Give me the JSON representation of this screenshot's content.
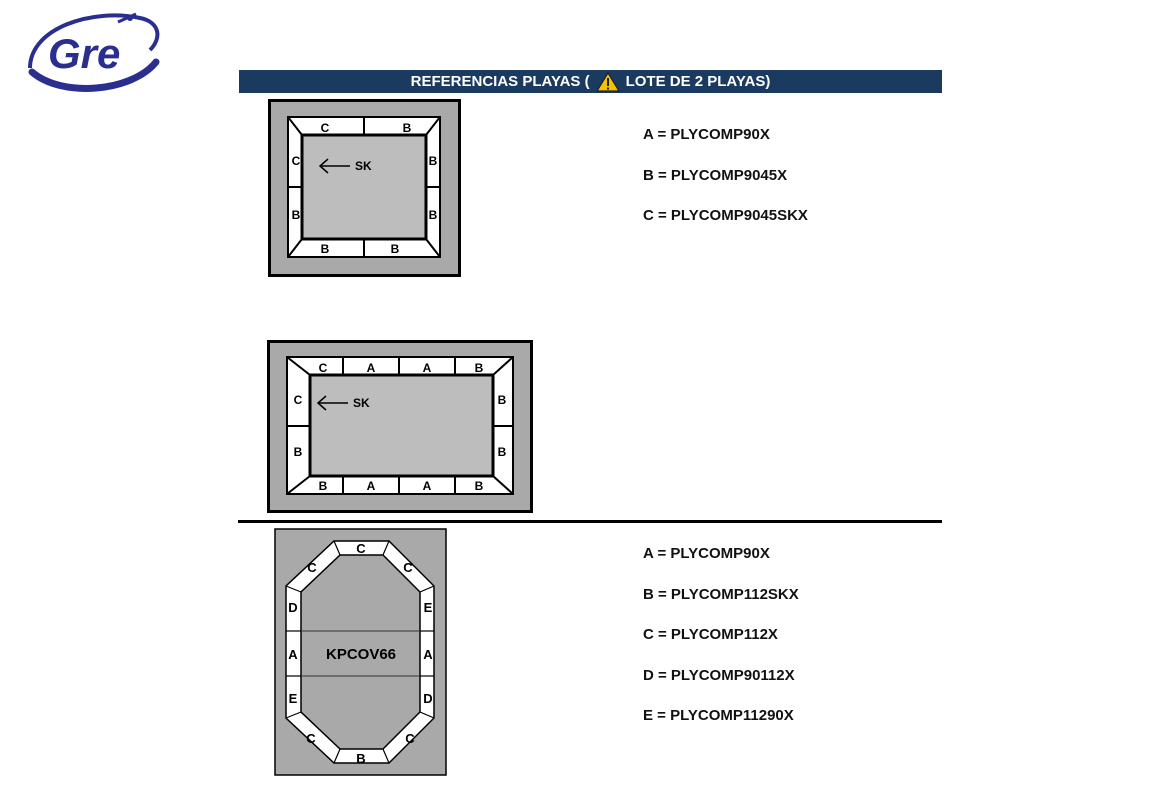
{
  "logo": {
    "text": "Gre"
  },
  "header": {
    "prefix": "REFERENCIAS PLAYAS (",
    "suffix": "LOTE DE 2 PLAYAS)",
    "warning_icon": "warning-triangle-icon"
  },
  "diagram1": {
    "top": [
      "C",
      "B"
    ],
    "bottom": [
      "B",
      "B"
    ],
    "left": [
      "C",
      "B"
    ],
    "right": [
      "B",
      "B"
    ],
    "arrow_label": "SK"
  },
  "diagram2": {
    "top": [
      "C",
      "A",
      "A",
      "B"
    ],
    "bottom": [
      "B",
      "A",
      "A",
      "B"
    ],
    "left": [
      "C",
      "B"
    ],
    "right": [
      "B",
      "B"
    ],
    "arrow_label": "SK"
  },
  "diagram3": {
    "top": "C",
    "bottom": "B",
    "upper_left_corner": "C",
    "upper_right_corner": "C",
    "lower_left_corner": "C",
    "lower_right_corner": "C",
    "left": [
      "D",
      "A",
      "E"
    ],
    "right": [
      "E",
      "A",
      "D"
    ],
    "cover_label": "KPCOV66"
  },
  "legend1": [
    "A = PLYCOMP90X",
    "B = PLYCOMP9045X",
    "C = PLYCOMP9045SKX"
  ],
  "legend2": [
    "A = PLYCOMP90X",
    "B = PLYCOMP112SKX",
    "C = PLYCOMP112X",
    "D = PLYCOMP90112X",
    "E = PLYCOMP11290X"
  ],
  "colors": {
    "header_bg": "#1b3a60",
    "logo_blue": "#2a2f8f",
    "pool_gray": "#bdbdbd",
    "outer_gray": "#a9a9a9"
  }
}
